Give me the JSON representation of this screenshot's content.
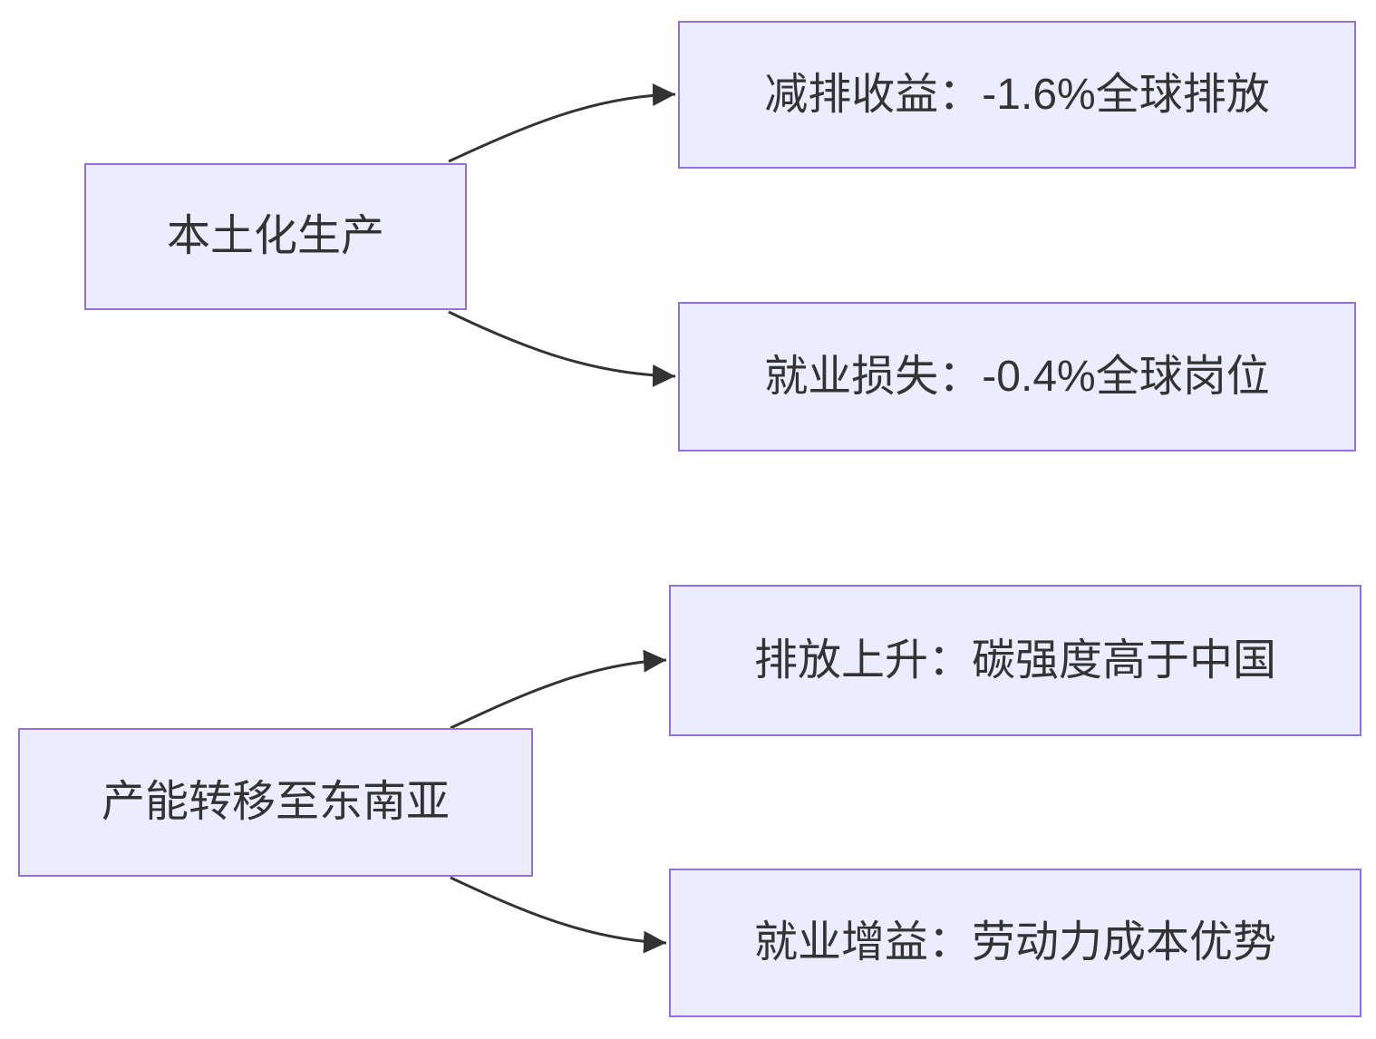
{
  "diagram": {
    "type": "flowchart",
    "direction": "left-to-right",
    "colors": {
      "background": "#ffffff",
      "node_fill": "#ECECFF",
      "node_border": "#9370DB",
      "edge": "#333333",
      "text": "#333333"
    },
    "nodes": [
      {
        "id": "localized-production",
        "label": "本土化生产"
      },
      {
        "id": "emission-benefit",
        "label": "减排收益：-1.6%全球排放"
      },
      {
        "id": "job-loss",
        "label": "就业损失：-0.4%全球岗位"
      },
      {
        "id": "capacity-transfer",
        "label": "产能转移至东南亚"
      },
      {
        "id": "emission-rise",
        "label": "排放上升：碳强度高于中国"
      },
      {
        "id": "job-gain",
        "label": "就业增益：劳动力成本优势"
      }
    ],
    "edges": [
      {
        "from": "localized-production",
        "to": "emission-benefit"
      },
      {
        "from": "localized-production",
        "to": "job-loss"
      },
      {
        "from": "capacity-transfer",
        "to": "emission-rise"
      },
      {
        "from": "capacity-transfer",
        "to": "job-gain"
      }
    ]
  }
}
